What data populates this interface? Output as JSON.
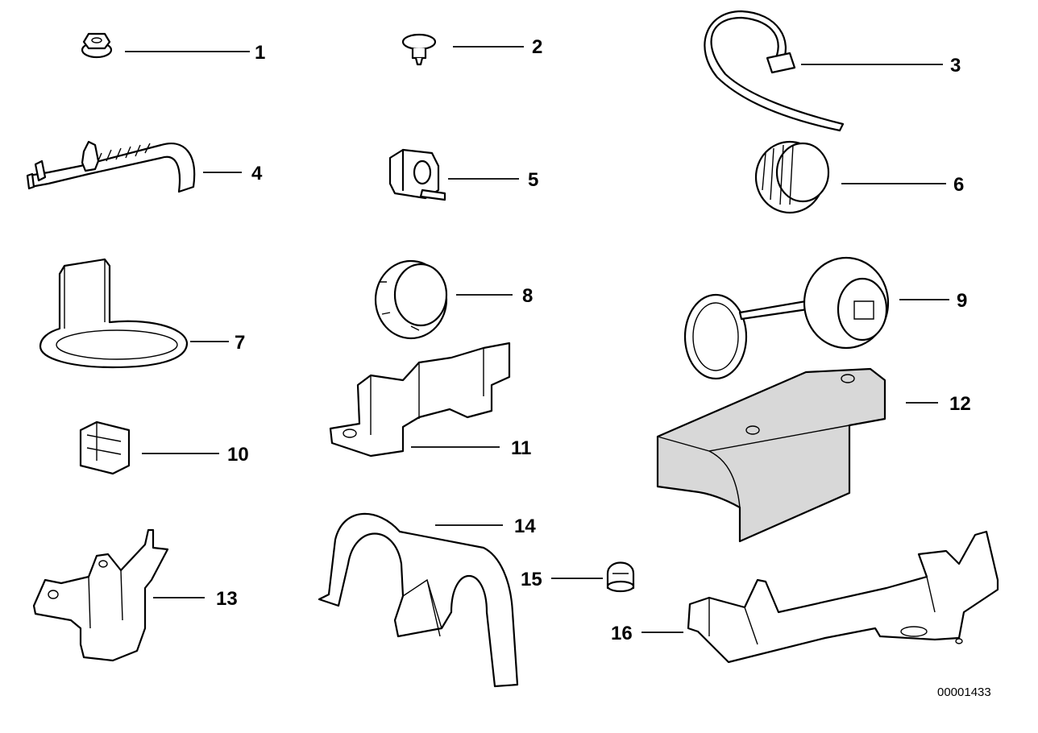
{
  "diagram": {
    "reference_number": "00001433",
    "callouts": [
      "1",
      "2",
      "3",
      "4",
      "5",
      "6",
      "7",
      "8",
      "9",
      "10",
      "11",
      "12",
      "13",
      "14",
      "15",
      "16"
    ]
  },
  "colors": {
    "ink": "#000000",
    "background": "#ffffff",
    "shade": "#d8d8d8"
  }
}
